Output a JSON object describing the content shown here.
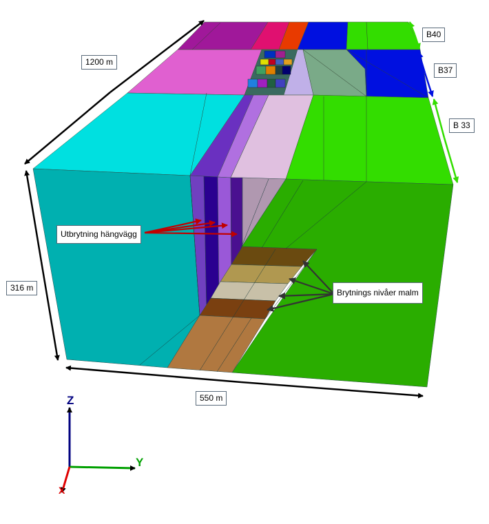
{
  "dimensions": {
    "length": "1200 m",
    "height": "316 m",
    "width": "550 m"
  },
  "benches": {
    "b40": "B40",
    "b37": "B37",
    "b33": "B 33"
  },
  "annotations": {
    "hangwall": "Utbrytning hängvägg",
    "ore_levels": "Brytnings nivåer malm"
  },
  "axes": {
    "z": "Z",
    "y": "Y",
    "x": "X"
  },
  "colors": {
    "cyan": "#00e0e0",
    "cyan_dark": "#00b0b0",
    "green": "#33dd00",
    "green_dark": "#2aad00",
    "magenta": "#e060d0",
    "blue": "#0010e0",
    "arrow_black": "#000000",
    "arrow_red": "#c00000",
    "arrow_green": "#33dd00"
  }
}
